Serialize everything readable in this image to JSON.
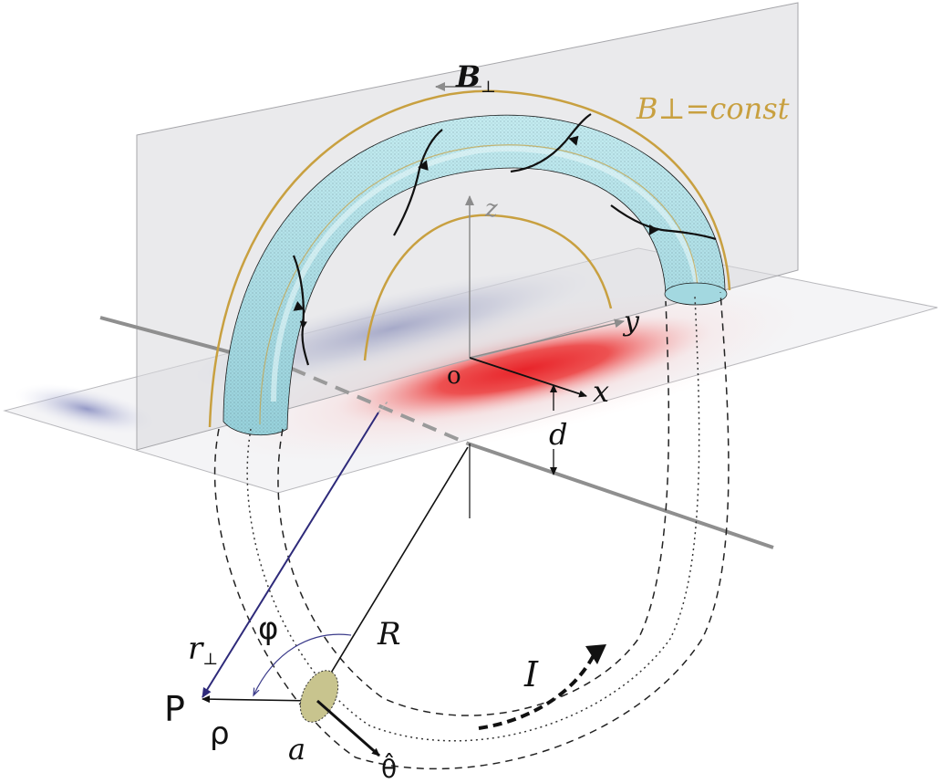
{
  "labels": {
    "b_perp_top": "B",
    "b_perp_top_sub": "⊥",
    "b_const": "B⊥=const",
    "axis_z": "z",
    "axis_y": "y",
    "axis_x": "x",
    "origin": "o",
    "depth": "d",
    "radius": "R",
    "r_perp": "r",
    "r_perp_sub": "⊥",
    "phi": "φ",
    "point_p": "P",
    "rho": "ρ",
    "minor_radius": "a",
    "current": "I",
    "theta_hat": "θ̂"
  },
  "colors": {
    "flux_tube": "#a9dde6",
    "b_const_contours": "#c8a040",
    "positive_polarity": "#e8242a",
    "negative_polarity": "#5a62a8",
    "plane_vertical": "#d9d9dc",
    "plane_horizontal": "#f4f4f6",
    "r_perp_vector": "#2e2a7a",
    "cross_section": "#c8c48e"
  }
}
